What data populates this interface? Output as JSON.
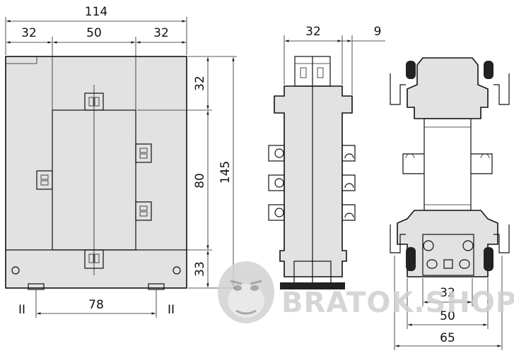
{
  "front_view": {
    "dim_total_width": "114",
    "dim_left": "32",
    "dim_middle": "50",
    "dim_right": "32",
    "dim_top": "32",
    "dim_window": "80",
    "dim_height": "145",
    "dim_bottom": "33",
    "dim_mount": "78",
    "terminal_left": "II",
    "terminal_right": "II"
  },
  "side_view": {
    "dim_width": "32",
    "dim_offset": "9"
  },
  "end_view": {
    "dim_inner": "32",
    "dim_middle": "50",
    "dim_outer": "65"
  },
  "watermark": {
    "text": "BRATOK.SHOP"
  }
}
